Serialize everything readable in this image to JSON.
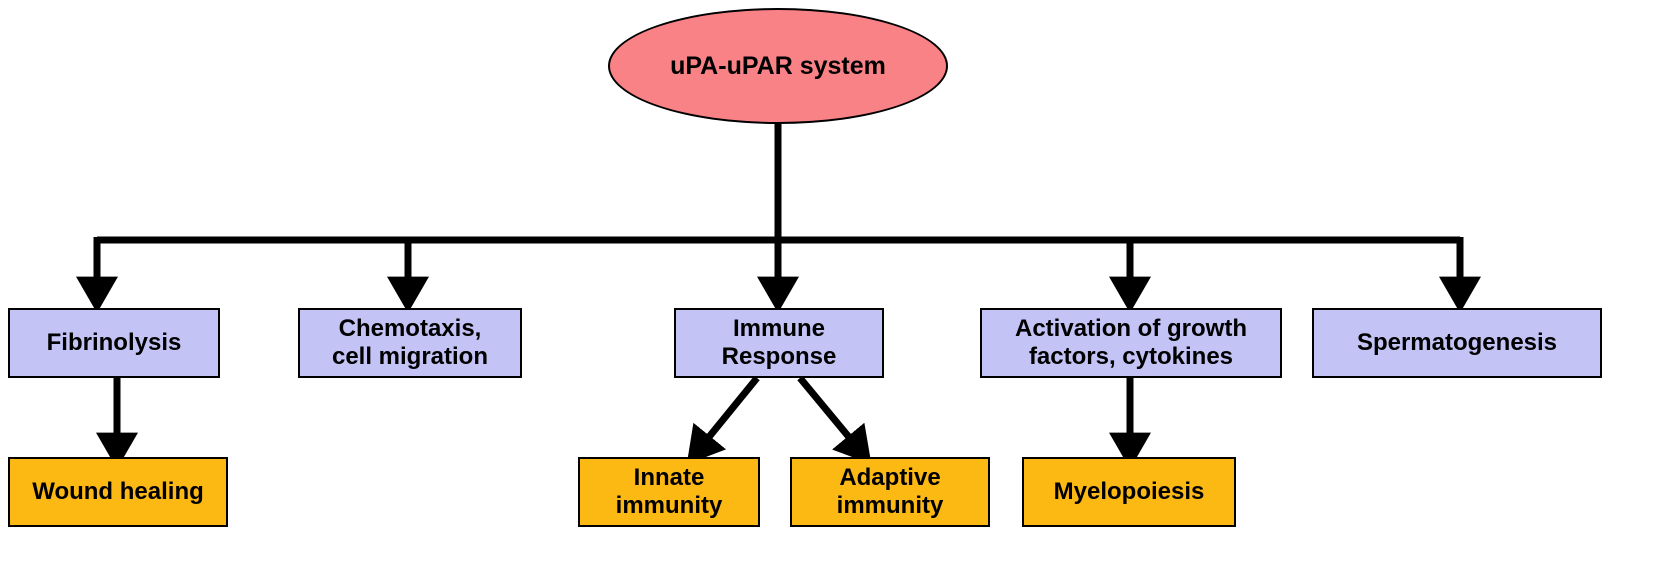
{
  "diagram": {
    "title": "uPA-uPAR system pathway diagram",
    "colors": {
      "root_fill": "#f98287",
      "level1_fill": "#c3c3f5",
      "level2_fill": "#fcb813",
      "stroke": "#000000",
      "background": "#ffffff"
    },
    "root": {
      "label": "uPA-uPAR system",
      "shape": "ellipse"
    },
    "level1": [
      {
        "id": "fibrinolysis",
        "label": "Fibrinolysis"
      },
      {
        "id": "chemotaxis",
        "label": "Chemotaxis,\ncell migration"
      },
      {
        "id": "immune-response",
        "label": "Immune\nResponse"
      },
      {
        "id": "activation-growth-factors",
        "label": "Activation of growth\nfactors, cytokines"
      },
      {
        "id": "spermatogenesis",
        "label": "Spermatogenesis"
      }
    ],
    "level2": [
      {
        "id": "wound-healing",
        "label": "Wound healing",
        "parent": "fibrinolysis"
      },
      {
        "id": "innate-immunity",
        "label": "Innate\nimmunity",
        "parent": "immune-response"
      },
      {
        "id": "adaptive-immunity",
        "label": "Adaptive\nimmunity",
        "parent": "immune-response"
      },
      {
        "id": "myelopoiesis",
        "label": "Myelopoiesis",
        "parent": "activation-growth-factors"
      }
    ]
  }
}
